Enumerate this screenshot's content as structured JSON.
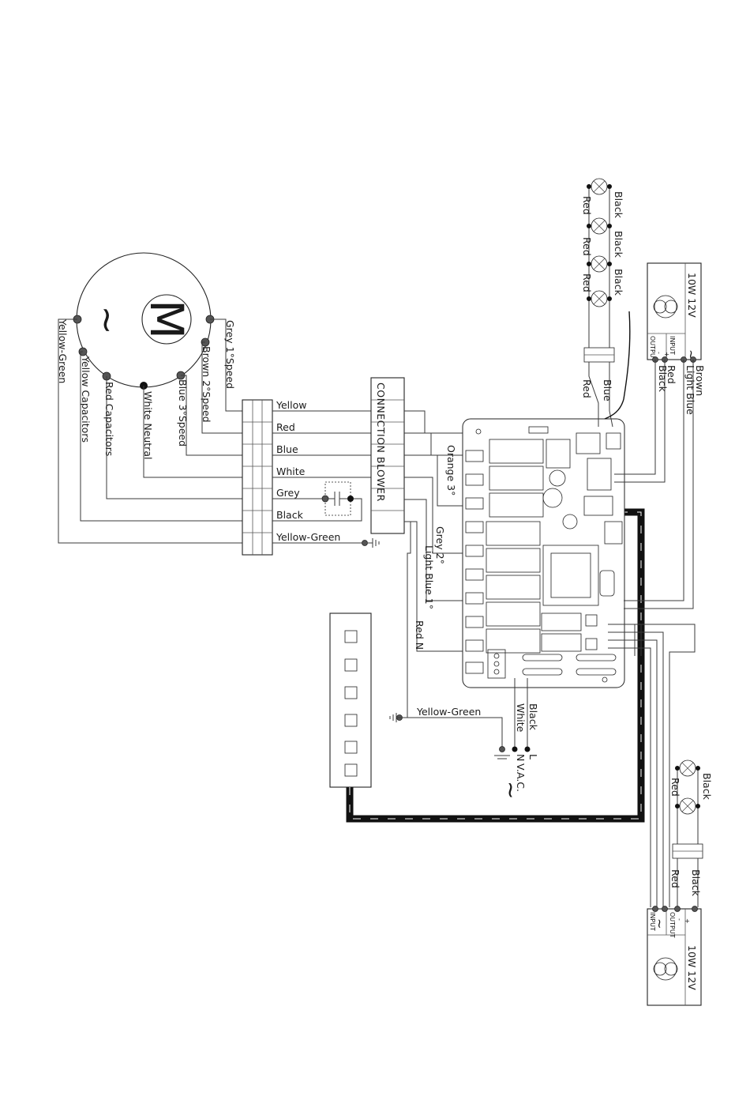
{
  "motor": {
    "symbol": "M",
    "ac_symbol": "~",
    "wires": [
      "Grey 1°Speed",
      "Brown 2°Speed",
      "Blue 3°Speed",
      "White Neutral",
      "Red Capacitors",
      "Yellow Capacitors",
      "Yellow-Green"
    ]
  },
  "terminal_wires": [
    "Yellow",
    "Red",
    "Blue",
    "White",
    "Grey",
    "Black",
    "Yellow-Green"
  ],
  "connection_blower": "CONNECTION BLOWER",
  "board_wires": [
    "Orange 3°",
    "Grey 2°",
    "Light Blue 1°",
    "Red N"
  ],
  "supply": {
    "ground_label": "Yellow-Green",
    "white": "White",
    "black": "Black",
    "N": "N",
    "L": "L",
    "vac": "V.A.C.",
    "ac_symbol": "~"
  },
  "lamps_top": {
    "labels_left": [
      "Red",
      "Red",
      "Red"
    ],
    "labels_right": [
      "Black",
      "Black",
      "Black"
    ],
    "connector_left": "Red",
    "connector_right": "Blue"
  },
  "transformer_top": {
    "title": "10W 12V",
    "output": "OUTPUT",
    "input": "INPUT",
    "minus": "-",
    "plus": "+",
    "ac_symbol": "~",
    "wires": [
      "Black",
      "Red",
      "Light Blue",
      "Brown"
    ]
  },
  "lamps_bottom": {
    "label_left": "Red",
    "label_right": "Black",
    "connector_left": "Red",
    "connector_right": "Black"
  },
  "transformer_bottom": {
    "title": "10W 12V",
    "output": "OUTPUT",
    "input": "INPUT",
    "minus": "-",
    "plus": "+",
    "ac_symbol": "~"
  }
}
